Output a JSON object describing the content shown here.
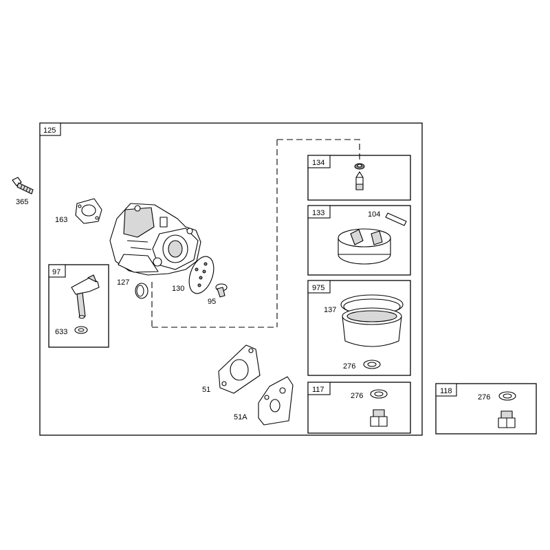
{
  "boxes": {
    "main": "125",
    "b134": "134",
    "b133": "133",
    "b975": "975",
    "b117": "117",
    "b118": "118",
    "b97": "97"
  },
  "labels": {
    "p365": "365",
    "p163": "163",
    "p127": "127",
    "p130": "130",
    "p95": "95",
    "p633": "633",
    "p51": "51",
    "p51a": "51A",
    "p104": "104",
    "p137": "137",
    "p276_975": "276",
    "p276_117": "276",
    "p276_118": "276"
  }
}
